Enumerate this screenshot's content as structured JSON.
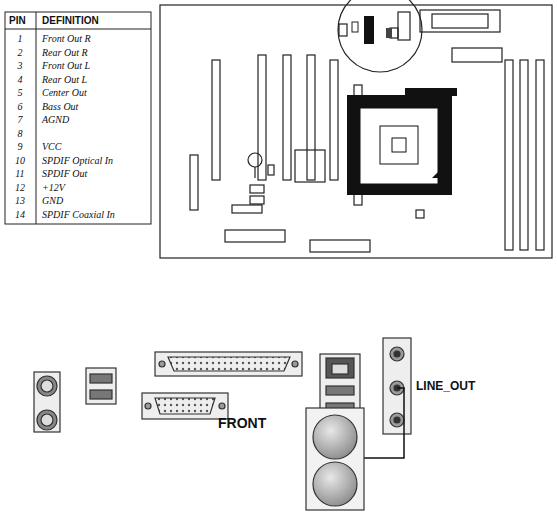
{
  "diagram": {
    "labels": [
      "PIN",
      "DEFINITION",
      "1",
      "Front Out R",
      "2",
      "Rear Out R",
      "3",
      "Front Out L",
      "4",
      "Rear Out L",
      "5",
      "Center Out",
      "6",
      "Bass Out",
      "7",
      "AGND",
      "8",
      "9",
      "VCC",
      "10",
      "SPDIF Optical In",
      "11",
      "SPDIF Out",
      "12",
      "+12V",
      "13",
      "GND",
      "14",
      "SPDIF Coaxial In",
      "LINE_OUT",
      "FRONT"
    ]
  }
}
